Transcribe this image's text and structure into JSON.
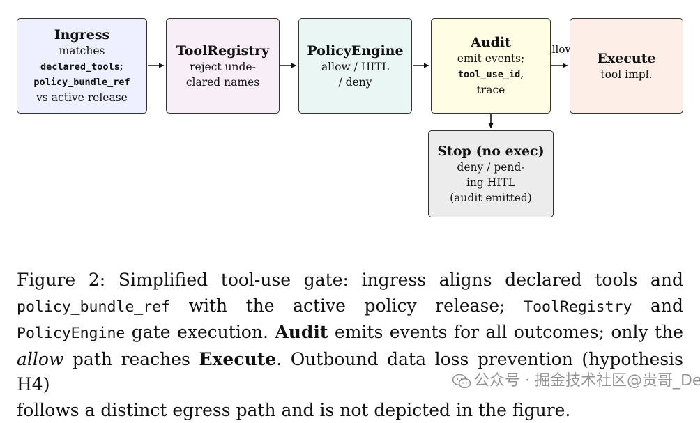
{
  "diagram": {
    "nodes": {
      "ingress": {
        "title": "Ingress",
        "line1": "matches",
        "code1": "declared_tools",
        "code1_suffix": ";",
        "code2": "policy_bundle_ref",
        "line2": "vs active release"
      },
      "toolregistry": {
        "title": "ToolRegistry",
        "line1": "reject unde-",
        "line2": "clared names"
      },
      "policyengine": {
        "title": "PolicyEngine",
        "line1": "allow / HITL",
        "line2": "/ deny"
      },
      "audit": {
        "title": "Audit",
        "line1": "emit events;",
        "code1": "tool_use_id",
        "code1_suffix": ",",
        "line2": "trace"
      },
      "execute": {
        "title": "Execute",
        "line1": "tool impl."
      },
      "stop": {
        "title": "Stop (no exec)",
        "line1": "deny / pend-",
        "line2": "ing HITL",
        "line3": "(audit emitted)"
      }
    },
    "edges": {
      "audit_to_execute_label": "allow"
    },
    "colors": {
      "ingress": "#eff0ff",
      "toolregistry": "#f8eef8",
      "policyengine": "#e9f6f4",
      "audit": "#fffde3",
      "execute": "#fdefe8",
      "stop": "#ececec"
    }
  },
  "caption": {
    "l1_a": "Figure 2:  Simplified tool-use gate:  ingress aligns declared tools and",
    "l2_code": "policy_bundle_ref",
    "l2_b": " with the active policy release; ",
    "l2_code2": "ToolRegistry",
    "l2_c": " and",
    "l3_code": "PolicyEngine",
    "l3_b": " gate execution. ",
    "l3_bold": "Audit",
    "l3_c": " emits events for all outcomes; only the",
    "l4_ital": "allow",
    "l4_b": " path reaches ",
    "l4_bold": "Execute",
    "l4_c": ".  Outbound data loss prevention (hypothesis H4)",
    "l5": "follows a distinct egress path and is not depicted in the figure."
  },
  "watermark": {
    "text": "公众号 · 掘金技术社区@贵哥_Derek",
    "icon": "wechat-icon"
  }
}
